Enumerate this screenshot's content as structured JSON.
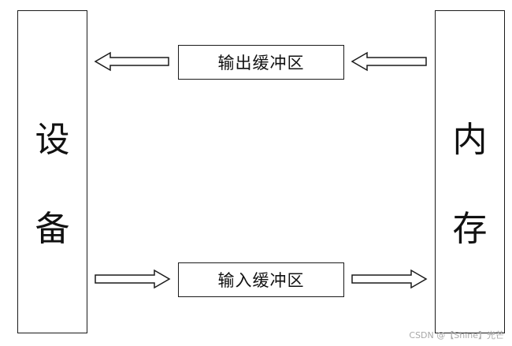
{
  "device": {
    "char1": "设",
    "char2": "备"
  },
  "memory": {
    "char1": "内",
    "char2": "存"
  },
  "output_buffer": {
    "label": "输出缓冲区"
  },
  "input_buffer": {
    "label": "输入缓冲区"
  },
  "watermark": {
    "text": "CSDN @【Shine】光芒"
  },
  "colors": {
    "stroke": "#1a1a1a",
    "background": "#ffffff",
    "watermark": "#a8a8a8"
  }
}
